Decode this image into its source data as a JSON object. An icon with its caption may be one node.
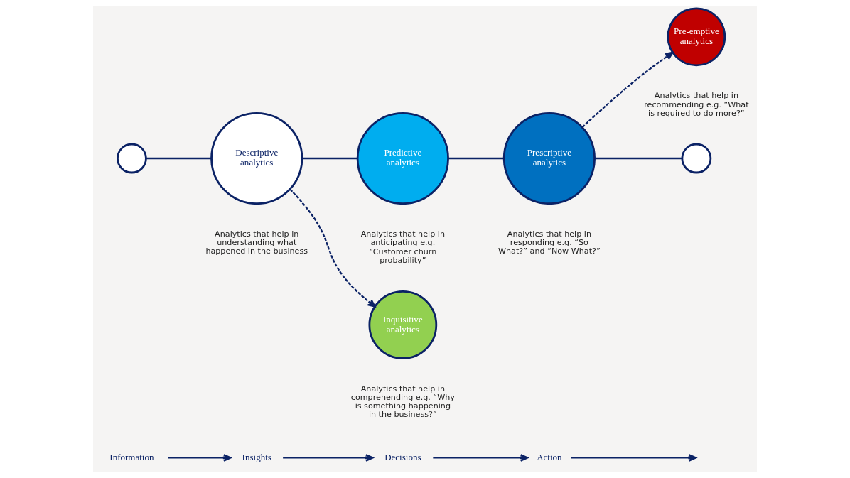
{
  "diagram": {
    "nodes": [
      {
        "text": [
          "Information"
        ]
      },
      {
        "text": [
          "Insights"
        ]
      },
      {
        "text": [
          "Decisions"
        ]
      },
      {
        "text": [
          "Action"
        ]
      },
      {
        "text": [],
        "shape": "circle"
      },
      {
        "text": [
          "Descriptive analytics"
        ],
        "beside": [
          "Analytics that help in understanding what happened in the business"
        ]
      },
      {
        "text": [
          "Predictive analytics"
        ],
        "beside": [
          "Analytics that help in anticipating e.g. “Customer churn probability”"
        ]
      },
      {
        "text": [
          "Inquisitive analytics"
        ],
        "beside": [
          "Analytics that help in comprehending e.g. “Why is something happening in the business?”"
        ]
      },
      {
        "text": [
          "Prescriptive analytics"
        ],
        "beside": [
          "Analytics that help in responding e.g. “So What?” and “Now What?”"
        ]
      },
      {
        "text": [
          "Pre-emptive analytics"
        ],
        "beside": [
          "Analytics that help in recommending e.g. “What is required to do more?”"
        ]
      },
      {
        "text": [],
        "shape": "circle"
      }
    ],
    "edges": [
      {
        "from": 0,
        "to": 1,
        "arrow": "to"
      },
      {
        "from": 1,
        "to": 2,
        "arrow": "to"
      },
      {
        "from": 2,
        "to": 3,
        "arrow": "to"
      },
      {
        "from": 3,
        "to": null,
        "arrow": "to"
      },
      {
        "from": 4,
        "to": 5,
        "arrow": "none"
      },
      {
        "from": 5,
        "to": 6,
        "arrow": "none"
      },
      {
        "from": 6,
        "to": 8,
        "arrow": "none"
      },
      {
        "from": 8,
        "to": 10,
        "arrow": "none"
      },
      {
        "from": 5,
        "to": 7,
        "arrow": "to",
        "style": "dashed"
      },
      {
        "from": 8,
        "to": 9,
        "arrow": "to",
        "style": "dashed"
      }
    ]
  }
}
